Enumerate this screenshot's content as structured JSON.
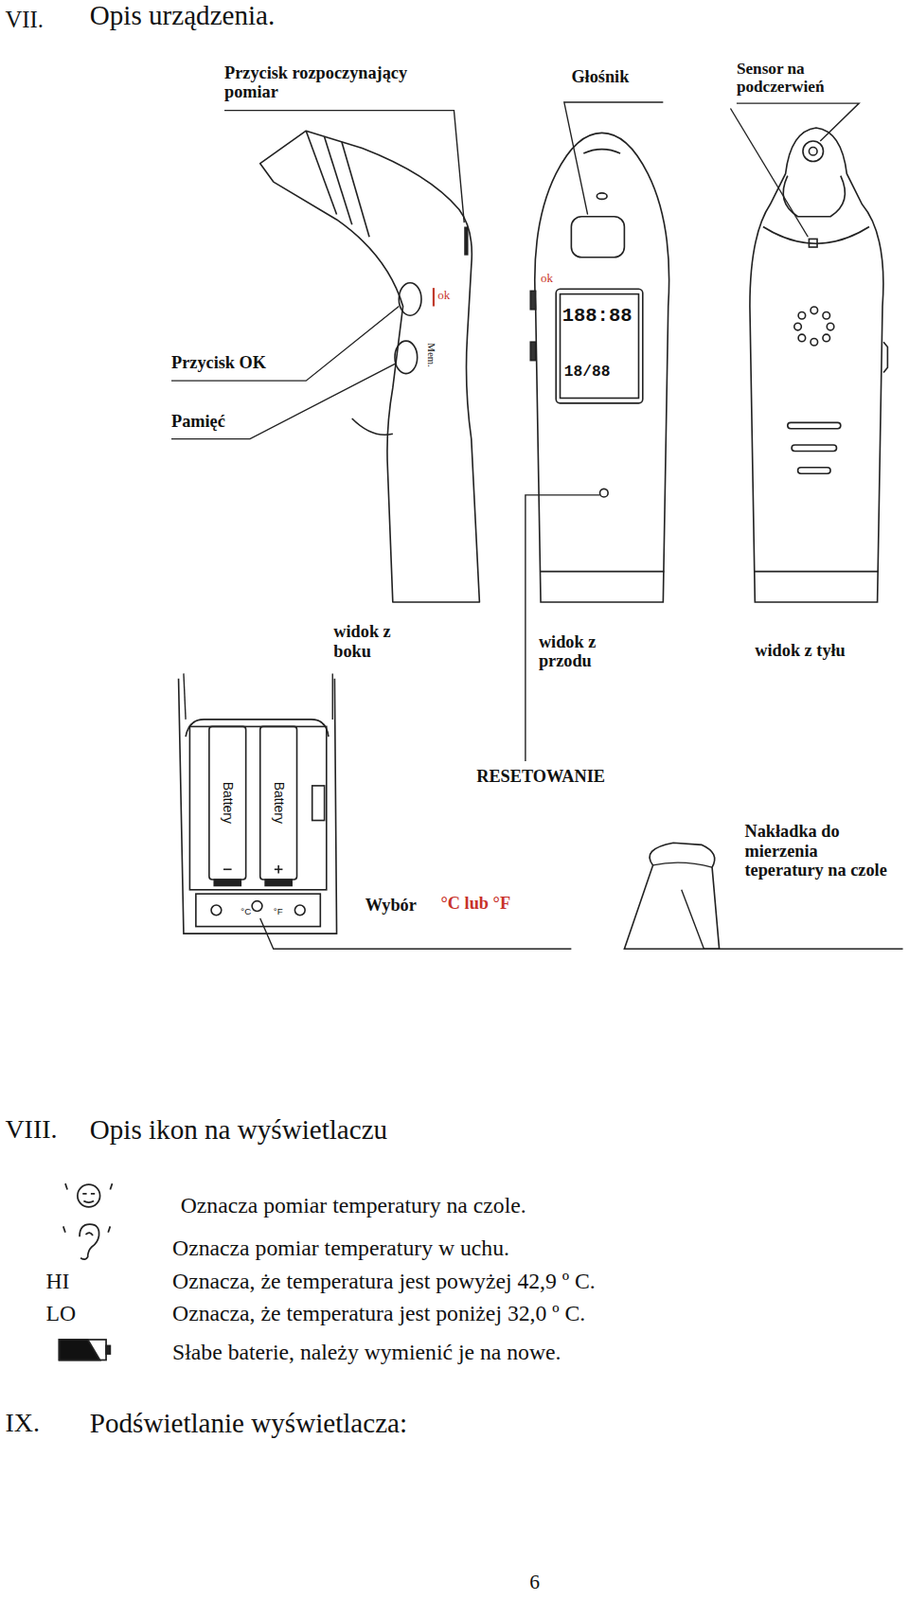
{
  "diagram": {
    "labels": [
      "VII.",
      "Opis urządzenia.",
      "Przycisk rozpoczynający pomiar",
      "Głośnik",
      "Sensor na podczerwień",
      "ok",
      "Mem.",
      "ok",
      "188:88",
      "18/88",
      "Przycisk OK",
      "Pamięć",
      "widok z boku",
      "widok z przodu",
      "widok z tyłu",
      "Battery",
      "Battery",
      "°C",
      "°F",
      "RESETOWANIE",
      "Nakładka do mierzenia teperatury na czole",
      "Wybór",
      "°C lub °F",
      "VIII.",
      "Opis ikon na wyświetlaczu",
      "Oznacza pomiar temperatury na czole.",
      "Oznacza pomiar temperatury w uchu.",
      "HI",
      "Oznacza, że temperatura jest powyżej 42,9 º C.",
      "LO",
      "Oznacza, że temperatura jest poniżej 32,0 º C.",
      "Słabe baterie, należy wymienić je na nowe.",
      "IX.",
      "Podświetlanie wyświetlacza:",
      "6"
    ]
  }
}
